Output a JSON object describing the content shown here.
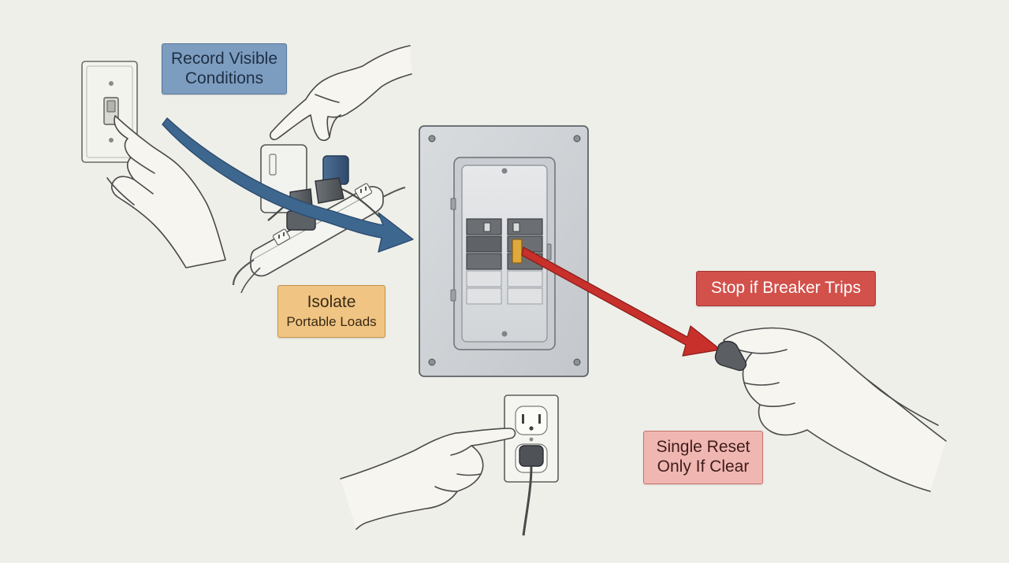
{
  "labels": {
    "record": {
      "line1": "Record Visible",
      "line2": "Conditions",
      "color": "#7d9dc0"
    },
    "isolate": {
      "line1": "Isolate",
      "line2": "Portable Loads",
      "color": "#f0c483"
    },
    "stop": {
      "text": "Stop if Breaker Trips",
      "color": "#d2514b"
    },
    "reset": {
      "line1": "Single Reset",
      "line2": "Only If Clear",
      "color": "#f0b7b2"
    }
  },
  "icons": {
    "wall_switch": "light-switch-icon",
    "power_strip": "power-strip-icon",
    "breaker_panel": "breaker-panel-icon",
    "outlet": "wall-outlet-icon",
    "hands": "pointing-hand-icon"
  },
  "colors": {
    "blue_arrow": "#3e6790",
    "red_arrow": "#c8302b",
    "tripped_breaker": "#e0a93b",
    "line": "#4a4a4a"
  }
}
